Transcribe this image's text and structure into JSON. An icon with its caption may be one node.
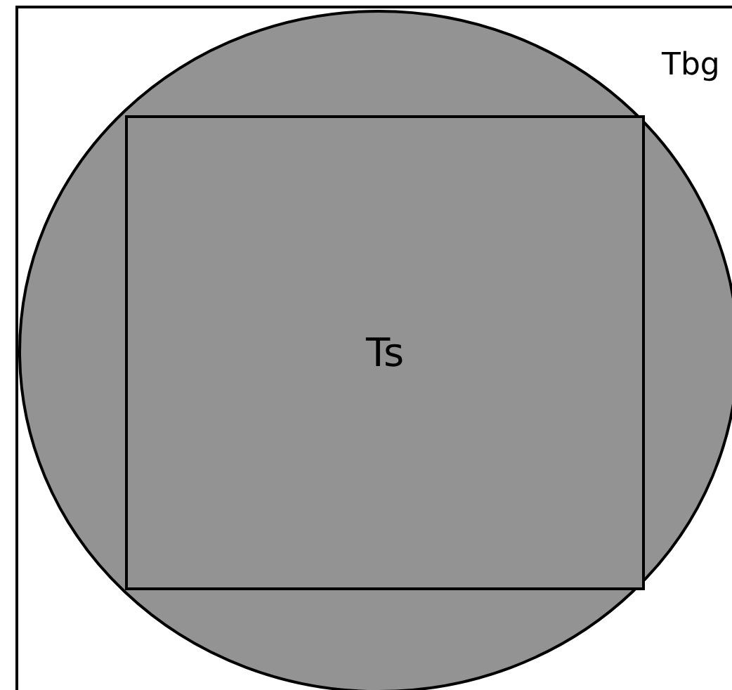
{
  "diagram": {
    "nodes": [
      {
        "text": [
          "Tbg"
        ]
      },
      {
        "text": [],
        "shape": "circle",
        "in": 0
      },
      {
        "text": [
          "Ts"
        ],
        "in": 1
      }
    ]
  }
}
